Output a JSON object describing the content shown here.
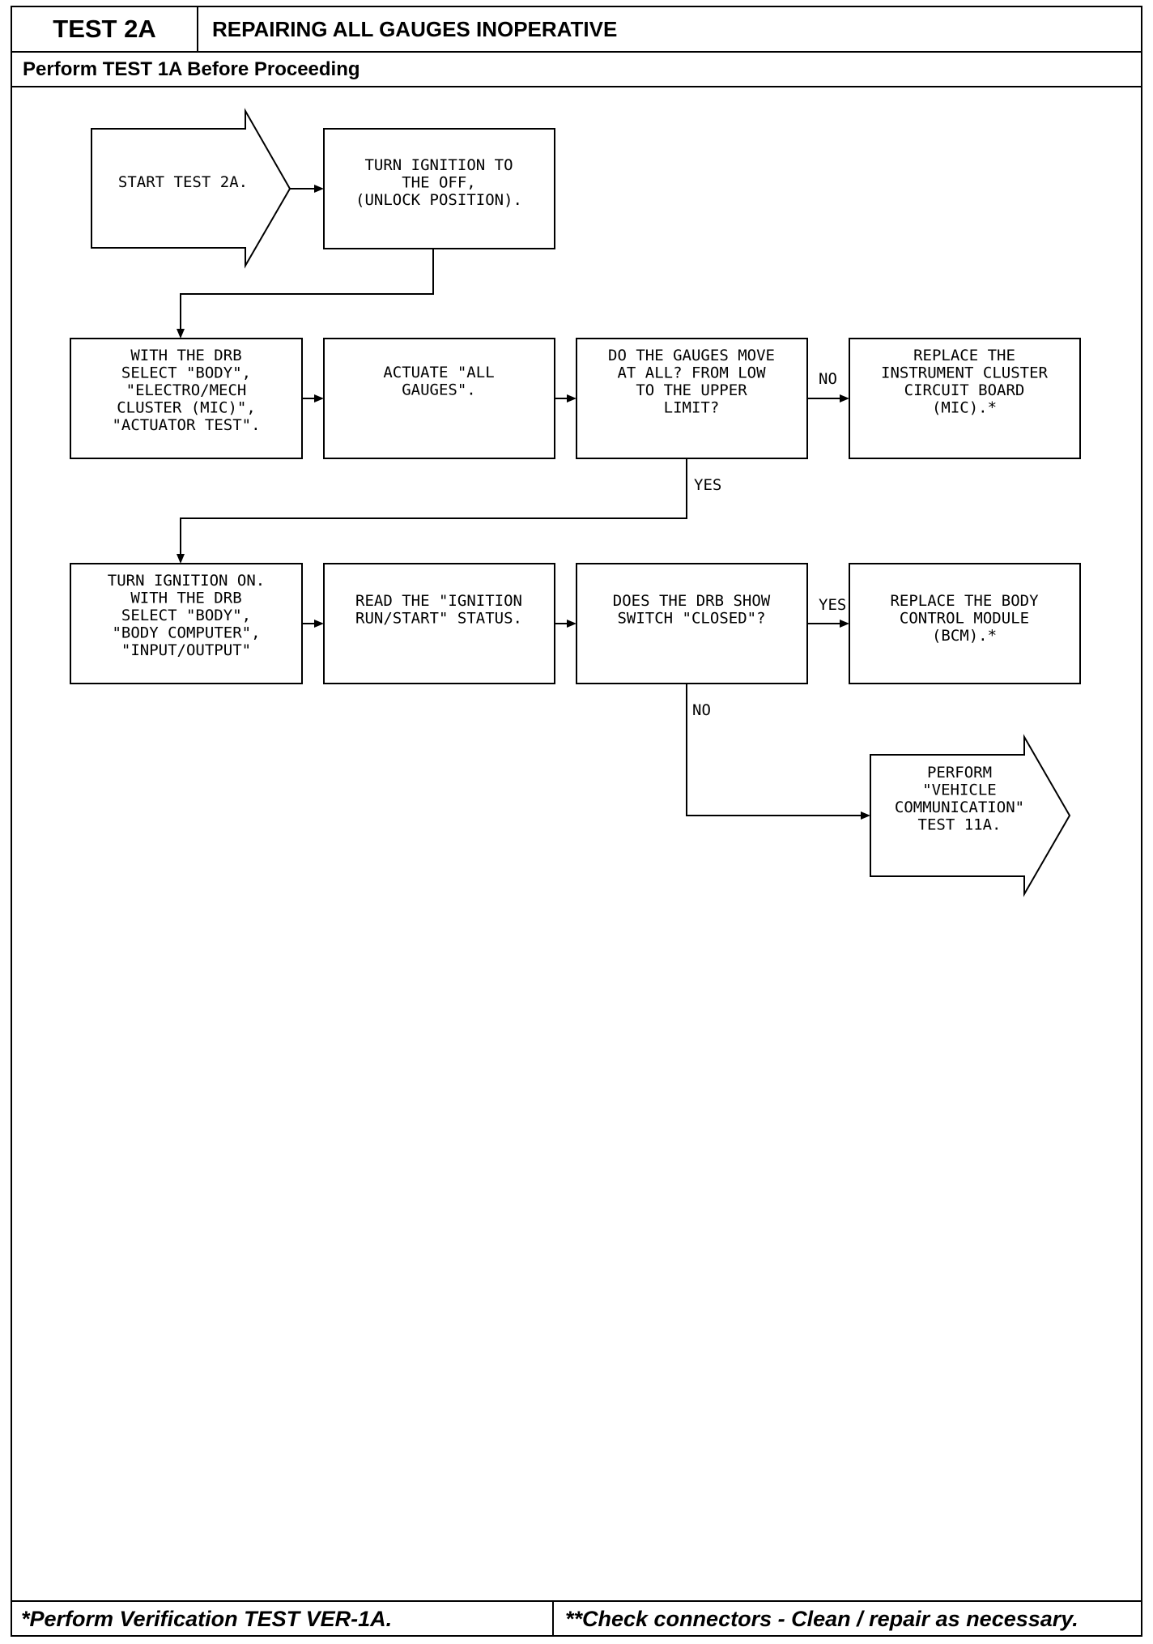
{
  "header": {
    "test_label": "TEST 2A",
    "title": "REPAIRING ALL GAUGES INOPERATIVE",
    "subheader": "Perform TEST 1A Before Proceeding"
  },
  "flow": {
    "start": [
      "START TEST 2A."
    ],
    "ignition_off": [
      "TURN IGNITION TO",
      "THE OFF,",
      "(UNLOCK POSITION)."
    ],
    "select_body": [
      "WITH THE DRB",
      "SELECT \"BODY\",",
      "\"ELECTRO/MECH",
      "CLUSTER (MIC)\",",
      "\"ACTUATOR TEST\"."
    ],
    "actuate": [
      "ACTUATE \"ALL",
      "GAUGES\"."
    ],
    "gauges_move": [
      "DO THE GAUGES MOVE",
      "AT ALL? FROM LOW",
      "TO THE UPPER",
      "LIMIT?"
    ],
    "replace_cluster": [
      "REPLACE THE",
      "INSTRUMENT CLUSTER",
      "CIRCUIT BOARD",
      "(MIC).*"
    ],
    "ignition_on": [
      "TURN IGNITION ON.",
      "WITH THE DRB",
      "SELECT \"BODY\",",
      "\"BODY COMPUTER\",",
      "\"INPUT/OUTPUT\""
    ],
    "read_status": [
      "READ THE \"IGNITION",
      "RUN/START\" STATUS."
    ],
    "drb_closed": [
      "DOES THE DRB SHOW",
      "SWITCH \"CLOSED\"?"
    ],
    "replace_bcm": [
      "REPLACE THE BODY",
      "CONTROL MODULE",
      "(BCM).*"
    ],
    "perform_11a": [
      "PERFORM",
      "\"VEHICLE",
      "COMMUNICATION\"",
      "TEST 11A."
    ],
    "labels": {
      "no1": "NO",
      "yes1": "YES",
      "yes2": "YES",
      "no2": "NO"
    }
  },
  "footer": {
    "left": "*Perform Verification TEST VER-1A.",
    "right": "**Check connectors - Clean / repair as necessary."
  }
}
